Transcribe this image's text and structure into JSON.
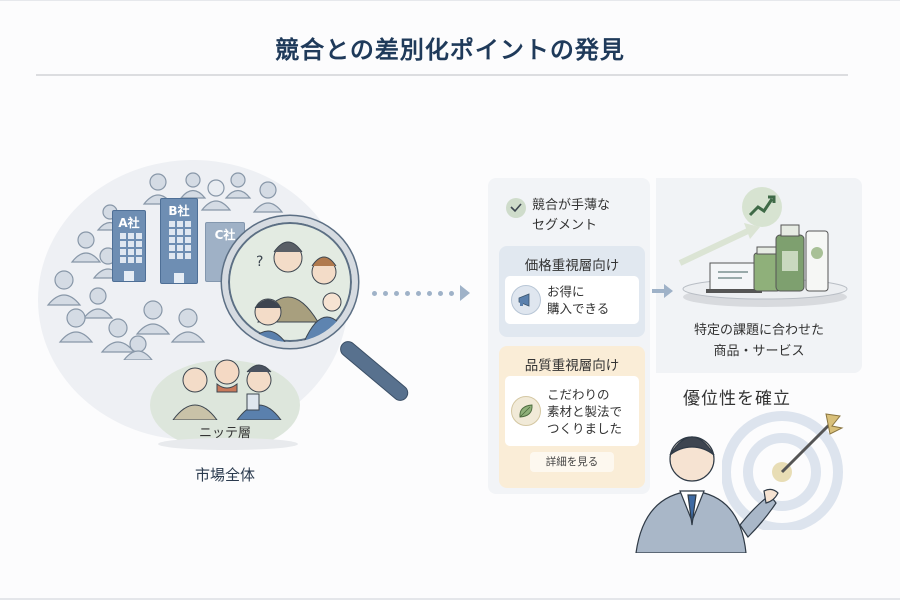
{
  "title": "競合との差別化ポイントの発見",
  "market": {
    "label": "市場全体",
    "companies": [
      {
        "label": "A社",
        "color": "#6e8eb3"
      },
      {
        "label": "B社",
        "color": "#6e8eb3"
      },
      {
        "label": "C社",
        "color": "#9fb1c6"
      }
    ],
    "niche": {
      "label": "ニッテ層",
      "color": "#dde6dc"
    }
  },
  "segments": {
    "header": "競合が手薄なセグメント",
    "header_lines": [
      "競合が手薄な",
      "セグメント"
    ],
    "check_icon": "check-icon",
    "cards": [
      {
        "title": "価格重視層向け",
        "text_lines": [
          "お得に",
          "購入できる"
        ],
        "icon": "megaphone-icon",
        "bg": "#e1e8f0"
      },
      {
        "title": "品質重視層向け",
        "text_lines": [
          "こだわりの",
          "素材と製法で",
          "つくりました"
        ],
        "icon": "leaf-icon",
        "bg": "#faedd7",
        "button": "詳細を見る"
      }
    ]
  },
  "product": {
    "label_lines": [
      "特定の課題に合わせた",
      "商品・サービス"
    ],
    "icons": [
      "trend-up-icon",
      "laptop-icon",
      "bottle-icon",
      "tube-icon"
    ]
  },
  "advantage": {
    "title": "優位性を確立",
    "icons": [
      "target-icon",
      "arrow-icon",
      "businessman-icon"
    ]
  },
  "colors": {
    "title": "#1f3a5a",
    "accent_blue": "#6e8eb3",
    "accent_green": "#7ea06f",
    "accent_gold": "#d9c07a"
  }
}
